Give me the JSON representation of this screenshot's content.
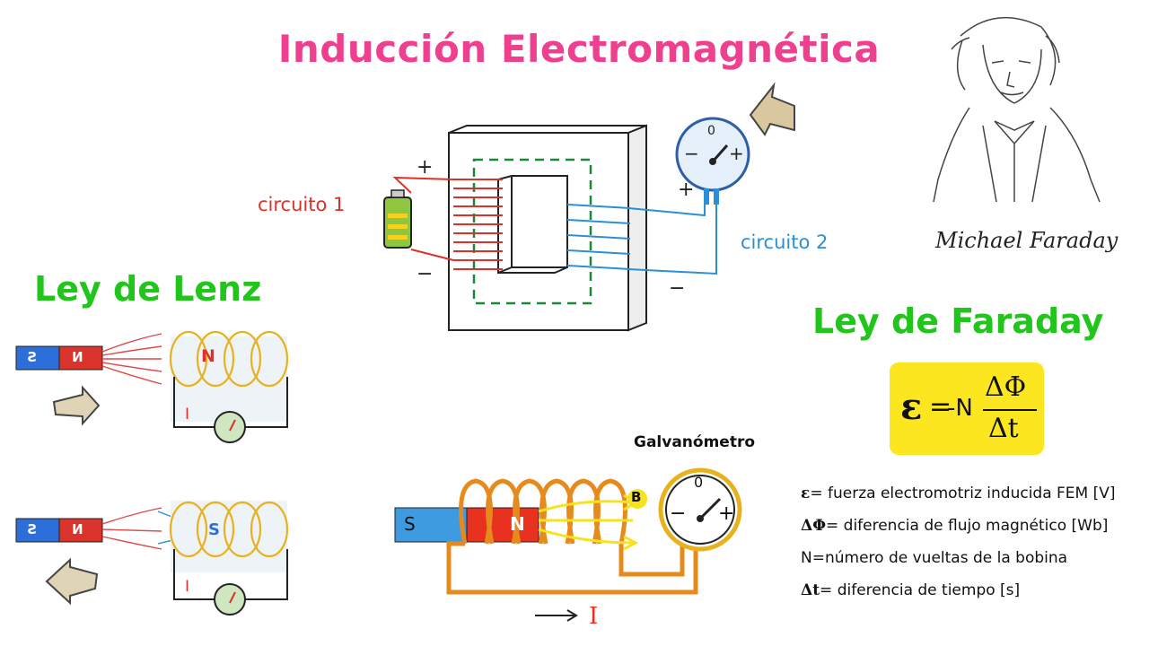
{
  "title": "Inducción Electromagnética",
  "labels": {
    "circuit1": "circuito 1",
    "circuit2": "circuito 2",
    "scientist": "Michael Faraday",
    "lenz": "Ley de Lenz",
    "faraday": "Ley de Faraday",
    "galvanometer": "Galvanómetro"
  },
  "magnets": {
    "south": "S",
    "north": "N",
    "field": "B",
    "current": "I"
  },
  "gauge": {
    "zero": "0",
    "minus": "−",
    "plus": "+"
  },
  "formula": {
    "emf": "ε",
    "equals": "=",
    "minus_n": "-N",
    "numerator": "ΔΦ",
    "denominator": "Δt"
  },
  "legend": [
    {
      "sym": "ε",
      "text": "= fuerza electromotriz inducida FEM [V]"
    },
    {
      "sym": "ΔΦ",
      "text": "= diferencia de flujo magnético [Wb]"
    },
    {
      "sym": "",
      "text": "N=número de vueltas de la bobina"
    },
    {
      "sym": "Δt",
      "text": "= diferencia de tiempo [s]"
    }
  ],
  "colors": {
    "title": "#ef3f8f",
    "section": "#22c51b",
    "circuit1": "#d9332b",
    "circuit2": "#2d8ed8",
    "formula_bg": "#fbe61f",
    "coil": "#e68a1e"
  }
}
